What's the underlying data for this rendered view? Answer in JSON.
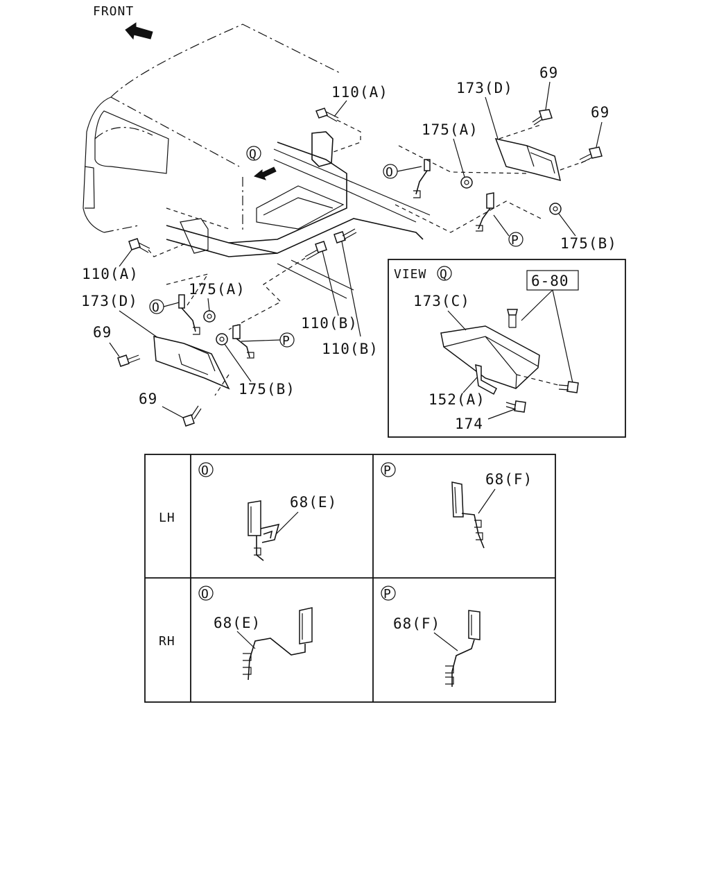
{
  "orientation": {
    "front_label": "FRONT"
  },
  "callouts": {
    "o": "O",
    "p": "P",
    "q": "Q"
  },
  "parts": {
    "p110a": "110(A)",
    "p173d": "173(D)",
    "p69": "69",
    "p175a": "175(A)",
    "p175b": "175(B)",
    "p110b": "110(B)",
    "p173c": "173(C)",
    "p680": "6-80",
    "p152a": "152(A)",
    "p174": "174",
    "p68e": "68(E)",
    "p68f": "68(F)"
  },
  "view_box": {
    "title": "VIEW"
  },
  "detail_table": {
    "rows": [
      {
        "side": "LH"
      },
      {
        "side": "RH"
      }
    ]
  }
}
